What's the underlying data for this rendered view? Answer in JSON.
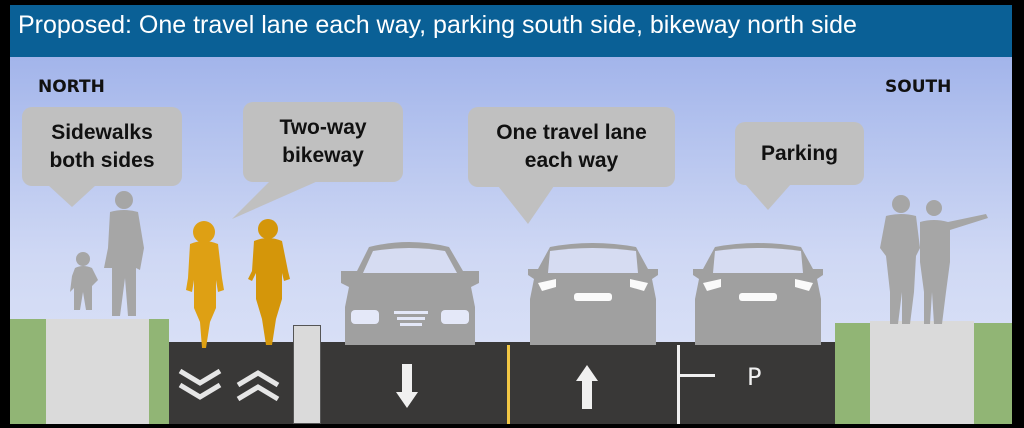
{
  "title": "Proposed: One travel lane each way, parking south side, bikeway north side",
  "orientation": {
    "left": "NORTH",
    "right": "SOUTH"
  },
  "callouts": [
    {
      "id": "sidewalks",
      "line1": "Sidewalks",
      "line2": "both sides"
    },
    {
      "id": "bikeway",
      "line1": "Two-way",
      "line2": "bikeway"
    },
    {
      "id": "travel",
      "line1": "One travel lane",
      "line2": "each way"
    },
    {
      "id": "parking",
      "line1": "Parking",
      "line2": ""
    }
  ],
  "cross_section": {
    "segments": [
      {
        "name": "north-sidewalk",
        "type": "sidewalk"
      },
      {
        "name": "two-way-bikeway",
        "type": "bikeway",
        "markings": [
          "chevron-down",
          "chevron-up"
        ]
      },
      {
        "name": "buffer-post",
        "type": "buffer"
      },
      {
        "name": "southbound-travel-lane",
        "type": "travel-lane",
        "marking": "arrow-down"
      },
      {
        "name": "northbound-travel-lane",
        "type": "travel-lane",
        "marking": "arrow-up"
      },
      {
        "name": "parking-lane",
        "type": "parking",
        "marking": "P"
      },
      {
        "name": "south-sidewalk",
        "type": "sidewalk"
      }
    ],
    "parking_marking": "P"
  },
  "colors": {
    "title_bar": "#0a6096",
    "sky_top": "#97abe8",
    "sky_bottom": "#e0e6f8",
    "asphalt": "#393837",
    "grass": "#91b575",
    "sidewalk": "#dadada",
    "bubble": "#c0c0c0",
    "cyclist": "#d99a10",
    "silhouette": "#a0a0a0",
    "center_line": "#f2c744"
  }
}
